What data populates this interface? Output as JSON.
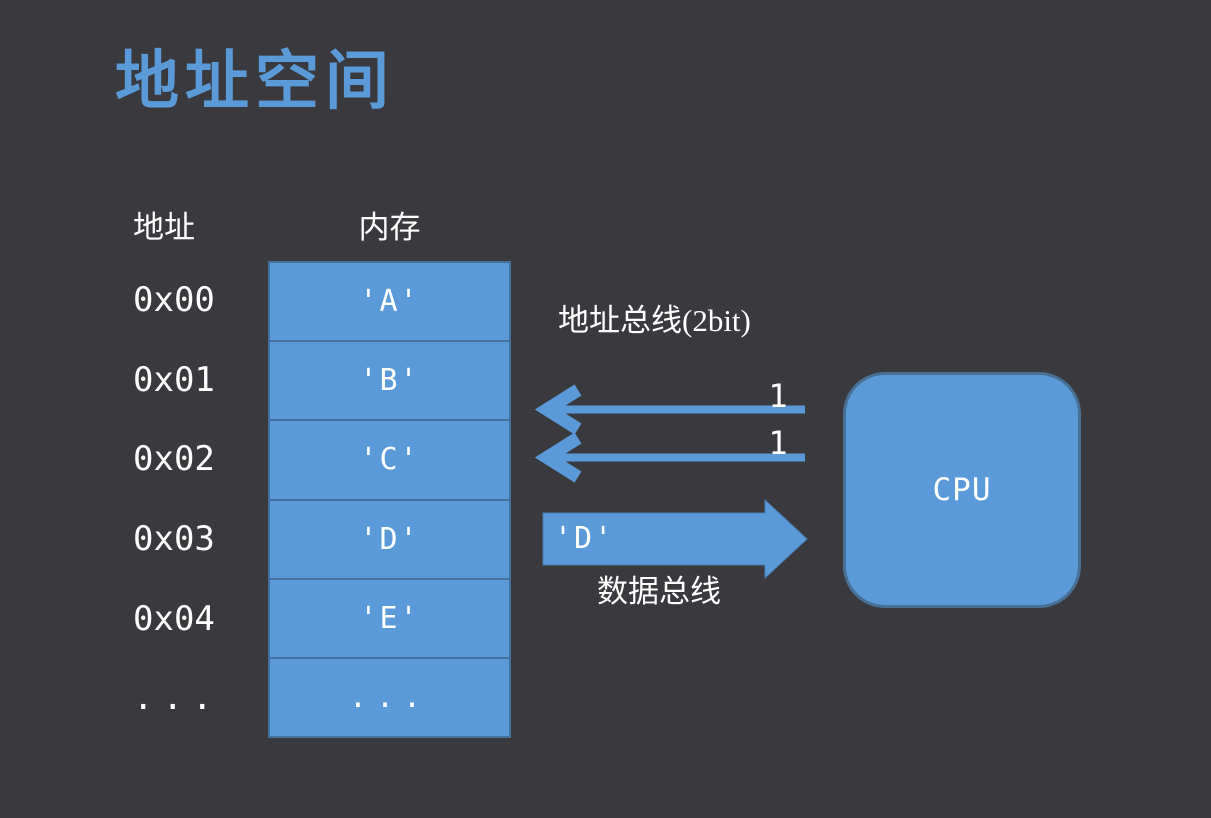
{
  "title": "地址空间",
  "colors": {
    "background": "#3a3a3e",
    "accent_blue": "#5b9ad8",
    "table_border_blue": "#41719c",
    "text_white": "#ffffff",
    "title_blue": "#5b9ad8"
  },
  "table": {
    "address_header": "地址",
    "memory_header": "内存",
    "rows": [
      {
        "address": "0x00",
        "value": "'A'"
      },
      {
        "address": "0x01",
        "value": "'B'"
      },
      {
        "address": "0x02",
        "value": "'C'"
      },
      {
        "address": "0x03",
        "value": "'D'"
      },
      {
        "address": "0x04",
        "value": "'E'"
      },
      {
        "address": "...",
        "value": "..."
      }
    ]
  },
  "buses": {
    "address_bus_label": "地址总线(2bit)",
    "address_bus_bits": [
      "1",
      "1"
    ],
    "data_bus_label": "数据总线",
    "data_bus_value": "'D'"
  },
  "cpu": {
    "label": "CPU"
  }
}
